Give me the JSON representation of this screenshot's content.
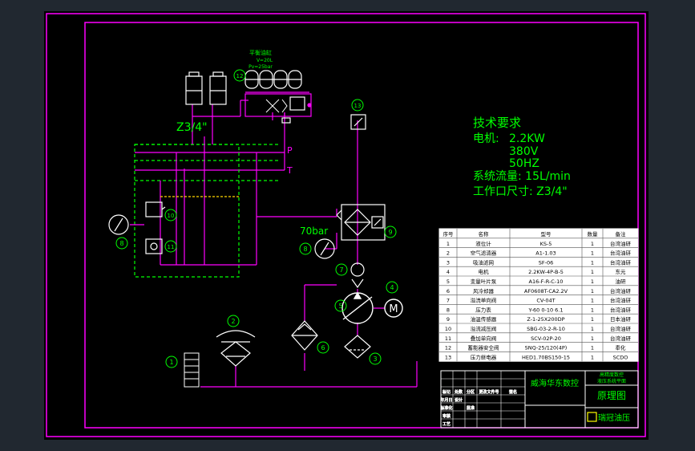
{
  "colors": {
    "background": "#212830",
    "sheet": "#000000",
    "frame": "#ff00ff",
    "line": "#ff00ff",
    "component": "#ffffff",
    "dashed": "#ffd700",
    "balloon": "#00ff00",
    "note_text": "#00ff00",
    "table_line": "#ffffff",
    "table_fill": "#ffffff",
    "table_text": "#000000",
    "title_text": "#00ff00",
    "logo_box": "#ffff00"
  },
  "labels": {
    "accumulator_title": "平衡油缸",
    "accumulator_v": "V=20L",
    "accumulator_p": "Pv=25bar",
    "port_size": "Z3/4\"",
    "port_p": "P",
    "port_t": "T",
    "pressure": "70bar"
  },
  "balloons": [
    "1",
    "2",
    "3",
    "4",
    "5",
    "6",
    "7",
    "8",
    "9",
    "10",
    "11",
    "12",
    "13",
    "8"
  ],
  "notes": {
    "title": "技术要求",
    "motor_label": "电机:",
    "motor_power": "2.2KW",
    "motor_voltage": "380V",
    "motor_freq": "50HZ",
    "flow": "系统流量: 15L/min",
    "port": "工作口尺寸: Z3/4\""
  },
  "bom": {
    "headers": [
      "序号",
      "名称",
      "型号",
      "数量",
      "备注"
    ],
    "rows": [
      [
        "1",
        "液位计",
        "KS-5",
        "1",
        "台湾油研"
      ],
      [
        "2",
        "空气滤清器",
        "A1-1.03",
        "1",
        "台湾油研"
      ],
      [
        "3",
        "吸油滤网",
        "SF-06",
        "1",
        "台湾油研"
      ],
      [
        "4",
        "电机",
        "2.2KW-4P-B-5",
        "1",
        "东元"
      ],
      [
        "5",
        "变量叶片泵",
        "A16-F-R-C-10",
        "1",
        "油研"
      ],
      [
        "6",
        "风冷却器",
        "AF0608T-CA2.2V",
        "1",
        "台湾油研"
      ],
      [
        "7",
        "溢流单向阀",
        "CV-04T",
        "1",
        "台湾油研"
      ],
      [
        "8",
        "压力表",
        "Y-60 0-10 6.1",
        "1",
        "台湾油研"
      ],
      [
        "9",
        "油温传感器",
        "Z-1-25X200DP",
        "1",
        "日本油研"
      ],
      [
        "10",
        "溢流减压阀",
        "SBG-03-2-R-10",
        "1",
        "台湾油研"
      ],
      [
        "11",
        "叠加单向阀",
        "SCV-02P-20",
        "1",
        "台湾油研"
      ],
      [
        "12",
        "蓄能器安全阀",
        "SNQ-25/120(4P)",
        "1",
        "奉化"
      ],
      [
        "13",
        "压力继电器",
        "HED1.70BS150-15",
        "1",
        "SCDO"
      ]
    ]
  },
  "title_block": {
    "company_line1": "高精度数控",
    "company_line2": "液压系统平面",
    "designer": "威海华东数控",
    "drawing_name": "原理图",
    "logo_text": "瑞冠油压",
    "small_labels": [
      "标记",
      "处数",
      "分区",
      "更改文件号",
      "签名",
      "年月日",
      "设计",
      "标准化",
      "审核",
      "工艺",
      "批准"
    ]
  }
}
